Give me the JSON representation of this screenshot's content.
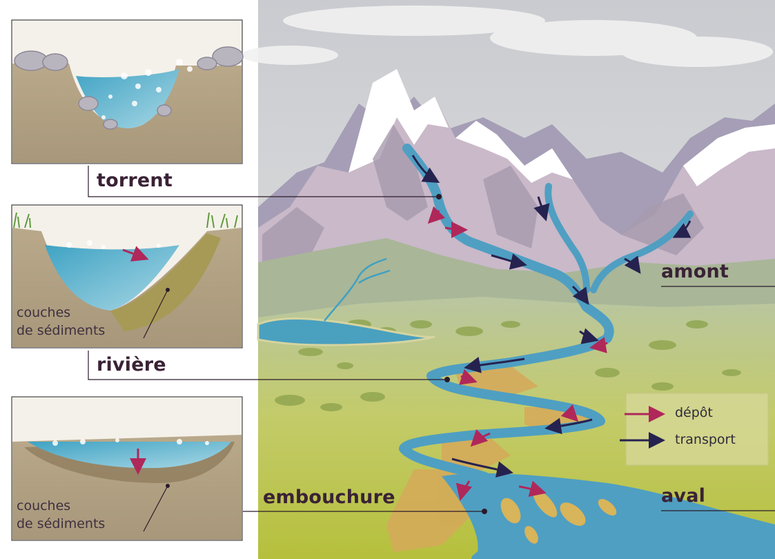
{
  "labels": {
    "torrent": "torrent",
    "riviere": "rivière",
    "embouchure": "embouchure",
    "amont": "amont",
    "aval": "aval"
  },
  "insets": {
    "riviere_caption": [
      "couches",
      "de sédiments"
    ],
    "embouchure_caption": [
      "couches",
      "de sédiments"
    ]
  },
  "legend": {
    "depot": "dépôt",
    "transport": "transport"
  },
  "colors": {
    "deposit_arrow": "#b0275a",
    "transport_arrow": "#26224f",
    "water": "#4fa3c4",
    "label_text": "#3a2236",
    "leader_line": "#2b1a2a"
  }
}
